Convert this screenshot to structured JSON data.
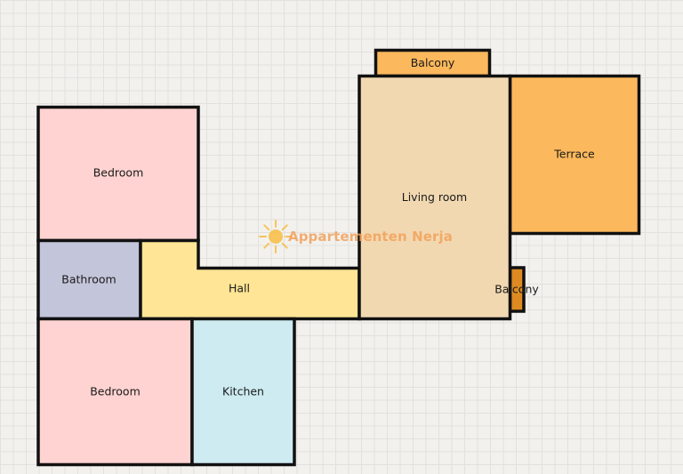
{
  "floorplan": {
    "rooms": {
      "bedroom_top": {
        "label": "Bedroom",
        "color": "#ffd3d1"
      },
      "bathroom": {
        "label": "Bathroom",
        "color": "#c3c5da"
      },
      "hall": {
        "label": "Hall",
        "color": "#ffe595"
      },
      "bedroom_bottom": {
        "label": "Bedroom",
        "color": "#ffd3d1"
      },
      "kitchen": {
        "label": "Kitchen",
        "color": "#cdebf1"
      },
      "living_room": {
        "label": "Living room",
        "color": "#f1d8b1"
      },
      "balcony_top": {
        "label": "Balcony",
        "color": "#fbb85c"
      },
      "terrace": {
        "label": "Terrace",
        "color": "#fbb85c"
      },
      "balcony_side": {
        "label": "Balcony",
        "color": "#dd8a22"
      }
    },
    "wall_color": "#111111"
  },
  "watermark": {
    "text": "Appartementen Nerja",
    "color": "#f3a15a",
    "logo_icon": "sun-icon"
  }
}
